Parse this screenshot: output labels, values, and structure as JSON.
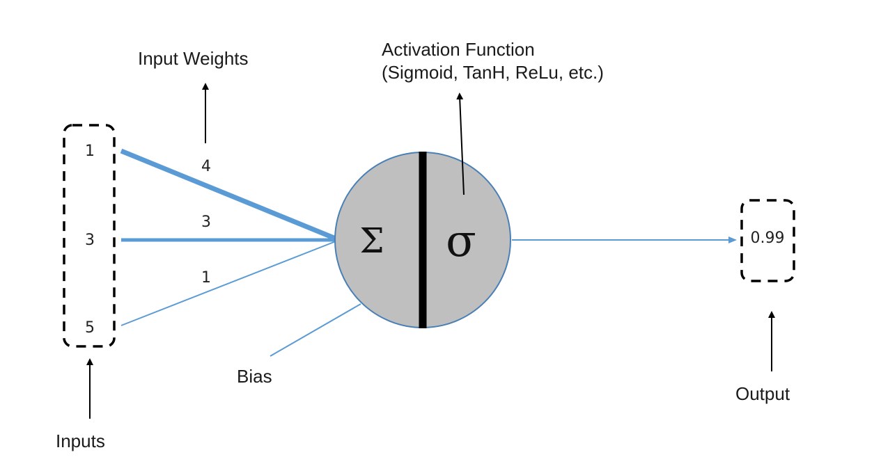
{
  "labels": {
    "input_weights": "Input Weights",
    "activation_line1": "Activation Function",
    "activation_line2": "(Sigmoid, TanH, ReLu, etc.)",
    "bias": "Bias",
    "inputs": "Inputs",
    "output": "Output"
  },
  "inputs": [
    "1",
    "3",
    "5"
  ],
  "weights": [
    "4",
    "3",
    "1"
  ],
  "neuron": {
    "sum_symbol": "Σ",
    "activation_symbol": "σ"
  },
  "output_value": "0.99",
  "colors": {
    "connection": "#5b9bd5",
    "neuron_fill": "#bfbfbf",
    "neuron_stroke": "#4a7fb5",
    "divider": "#000000",
    "arrow": "#000000"
  }
}
